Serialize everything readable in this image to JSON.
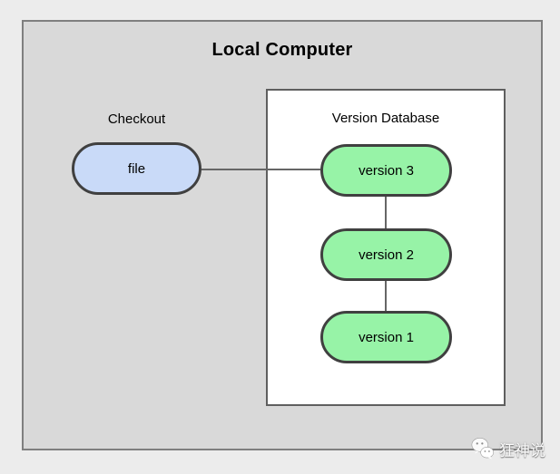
{
  "diagram": {
    "title": "Local Computer",
    "checkout": {
      "label": "Checkout",
      "node_label": "file"
    },
    "version_database": {
      "label": "Version Database",
      "nodes": [
        "version 3",
        "version 2",
        "version 1"
      ]
    },
    "connectors": [
      "file-to-version3",
      "version3-to-version2",
      "version2-to-version1"
    ],
    "watermark": {
      "icon": "wechat-icon",
      "text": "狂神说"
    },
    "colors": {
      "page_background": "#ececec",
      "outer_box_fill": "#d9d9d9",
      "outer_box_border": "#7f7f7f",
      "inner_box_fill": "#ffffff",
      "inner_box_border": "#5f5f5f",
      "file_node_fill": "#c9daf8",
      "version_node_fill": "#97f3a7",
      "node_border": "#404040",
      "connector_line": "#666666",
      "text": "#000000",
      "watermark_text": "#fafafa"
    }
  }
}
